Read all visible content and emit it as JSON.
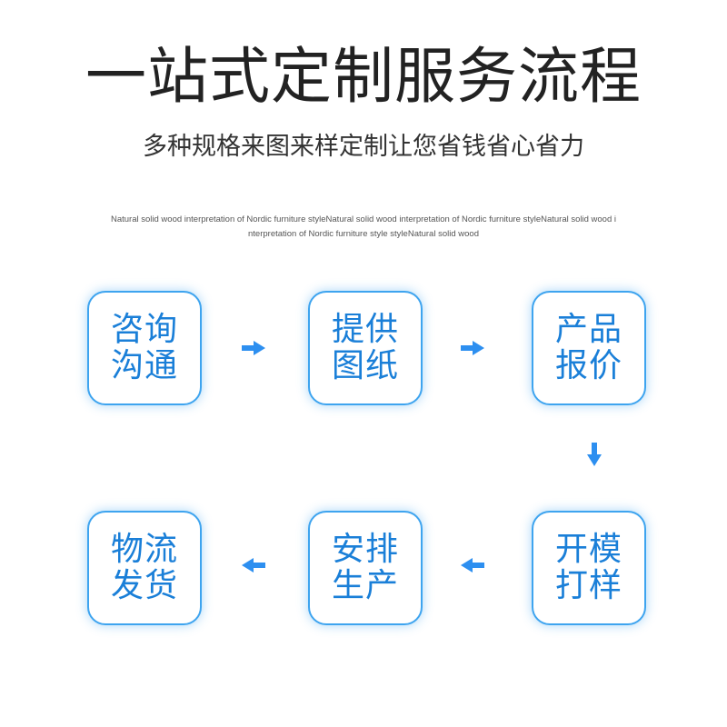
{
  "title": "一站式定制服务流程",
  "subtitle": "多种规格来图来样定制让您省钱省心省力",
  "tagline": "Natural solid wood interpretation of Nordic furniture styleNatural solid wood interpretation of Nordic furniture styleNatural solid wood interpretation of Nordic furniture style styleNatural solid wood",
  "steps": [
    {
      "label": "咨询沟通"
    },
    {
      "label": "提供图纸"
    },
    {
      "label": "产品报价"
    },
    {
      "label": "开模打样"
    },
    {
      "label": "安排生产"
    },
    {
      "label": "物流发货"
    }
  ],
  "colors": {
    "accent": "#3ea4ef",
    "text_blue": "#1a7fd8",
    "arrow": "#2d8ff0"
  },
  "arrows": [
    {
      "icon": "arrow-right-icon"
    },
    {
      "icon": "arrow-right-icon"
    },
    {
      "icon": "arrow-down-icon"
    },
    {
      "icon": "arrow-left-icon"
    },
    {
      "icon": "arrow-left-icon"
    }
  ]
}
